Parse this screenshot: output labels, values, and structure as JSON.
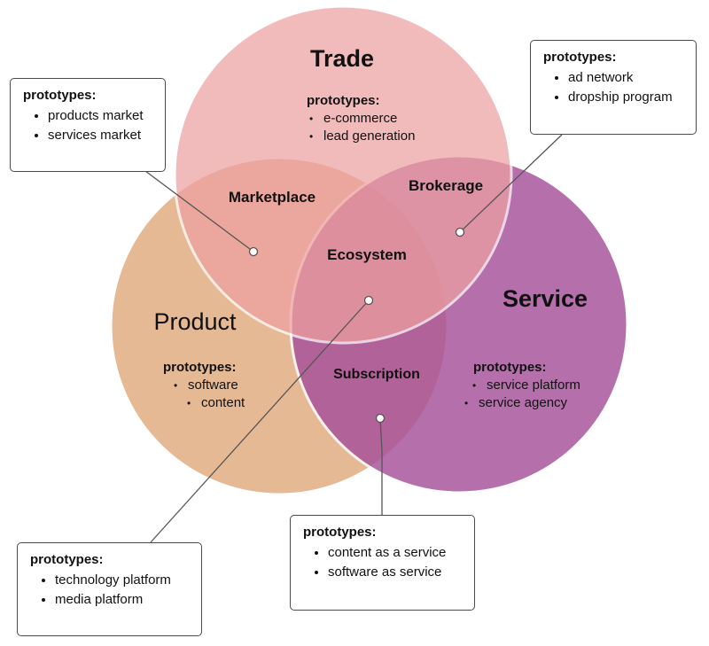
{
  "sets": {
    "trade": {
      "label": "Trade",
      "color": "#eea1a1",
      "prototypes_label": "prototypes:",
      "items": [
        "e-commerce",
        "lead generation"
      ]
    },
    "product": {
      "label": "Product",
      "color": "#e4b28a",
      "prototypes_label": "prototypes:",
      "items": [
        "software",
        "content"
      ]
    },
    "service": {
      "label": "Service",
      "color": "#a6519a",
      "prototypes_label": "prototypes:",
      "items": [
        "service platform",
        "service agency"
      ]
    }
  },
  "intersections": {
    "marketplace": "Marketplace",
    "brokerage": "Brokerage",
    "subscription": "Subscription",
    "ecosystem": "Ecosystem"
  },
  "callouts": {
    "marketplace": {
      "title": "prototypes:",
      "items": [
        "products market",
        "services market"
      ]
    },
    "brokerage": {
      "title": "prototypes:",
      "items": [
        "ad network",
        "dropship program"
      ]
    },
    "ecosystem": {
      "title": "prototypes:",
      "items": [
        "technology platform",
        "media platform"
      ]
    },
    "subscription": {
      "title": "prototypes:",
      "items": [
        "content as a service",
        "software as service"
      ]
    }
  }
}
